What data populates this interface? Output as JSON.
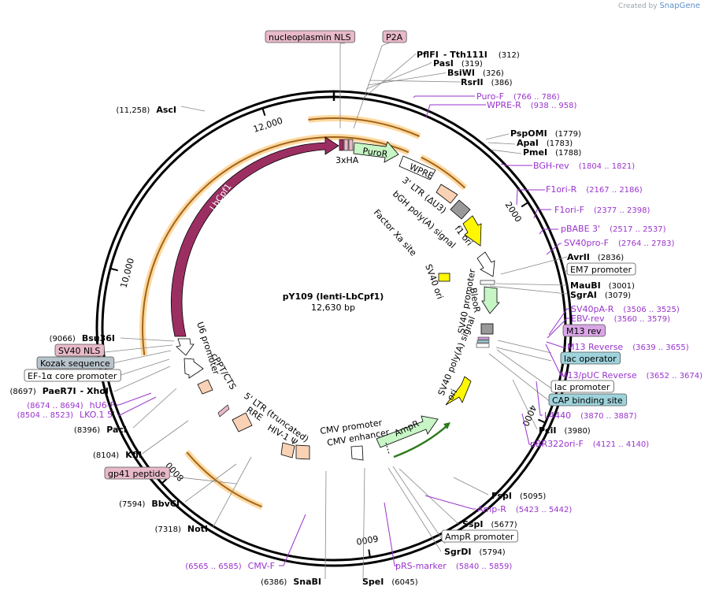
{
  "watermark": {
    "prefix": "Created by",
    "brand": "SnapGene"
  },
  "plasmid": {
    "name": "pY109 (lenti-LbCpf1)",
    "size_label": "12,630 bp"
  },
  "ticks": [
    "2000",
    "4000",
    "6000",
    "8000",
    "10,000",
    "12,000"
  ],
  "sites": [
    {
      "name": "PflFI",
      "suffix": "- Tth111I",
      "pos": "(312)"
    },
    {
      "name": "PasI",
      "pos": "(319)"
    },
    {
      "name": "BsiWI",
      "pos": "(326)"
    },
    {
      "name": "RsrII",
      "pos": "(386)"
    },
    {
      "name": "PspOMI",
      "pos": "(1779)"
    },
    {
      "name": "ApaI",
      "pos": "(1783)"
    },
    {
      "name": "PmeI",
      "pos": "(1788)"
    },
    {
      "name": "AvrII",
      "pos": "(2836)"
    },
    {
      "name": "MauBI",
      "pos": "(3001)"
    },
    {
      "name": "SgrAI",
      "pos": "(3079)"
    },
    {
      "name": "PciI",
      "pos": "(3980)"
    },
    {
      "name": "FspI",
      "pos": "(5095)"
    },
    {
      "name": "SspI",
      "pos": "(5677)"
    },
    {
      "name": "SgrDI",
      "pos": "(5794)"
    },
    {
      "name": "SpeI",
      "pos": "(6045)"
    },
    {
      "name": "SnaBI",
      "pos": "(6386)"
    },
    {
      "name": "NotI",
      "pos": "(7318)"
    },
    {
      "name": "BbvCI",
      "pos": "(7594)"
    },
    {
      "name": "KflI",
      "pos": "(8104)"
    },
    {
      "name": "PacI",
      "pos": "(8396)"
    },
    {
      "name": "PaeR7I",
      "suffix": "- XhoI",
      "pos": "(8697)"
    },
    {
      "name": "Bsu36I",
      "pos": "(9066)"
    },
    {
      "name": "AscI",
      "pos": "(11,258)"
    }
  ],
  "primers": [
    {
      "name": "Puro-F",
      "range": "(766 .. 786)"
    },
    {
      "name": "WPRE-R",
      "range": "(938 .. 958)"
    },
    {
      "name": "BGH-rev",
      "range": "(1804 .. 1821)"
    },
    {
      "name": "F1ori-R",
      "range": "(2167 .. 2186)"
    },
    {
      "name": "F1ori-F",
      "range": "(2377 .. 2398)"
    },
    {
      "name": "pBABE 3'",
      "range": "(2517 .. 2537)"
    },
    {
      "name": "SV40pro-F",
      "range": "(2764 .. 2783)"
    },
    {
      "name": "SV40pA-R",
      "range": "(3506 .. 3525)"
    },
    {
      "name": "EBV-rev",
      "range": "(3560 .. 3579)"
    },
    {
      "name": "M13 Reverse",
      "range": "(3639 .. 3655)"
    },
    {
      "name": "M13/pUC Reverse",
      "range": "(3652 .. 3674)"
    },
    {
      "name": "L4440",
      "range": "(3870 .. 3887)"
    },
    {
      "name": "pBR322ori-F",
      "range": "(4121 .. 4140)"
    },
    {
      "name": "Amp-R",
      "range": "(5423 .. 5442)"
    },
    {
      "name": "pRS-marker",
      "range": "(5840 .. 5859)"
    },
    {
      "name": "CMV-F",
      "range": "(6565 .. 6585)"
    },
    {
      "name": "hU6-F",
      "range": "(8674 .. 8694)"
    },
    {
      "name": "LKO.1 5'",
      "range": "(8504 .. 8523)"
    }
  ],
  "boxed_labels": [
    {
      "name": "nucleoplasmin NLS",
      "color": "#e8b9c8"
    },
    {
      "name": "P2A",
      "color": "#e8b9c8"
    },
    {
      "name": "EM7 promoter",
      "color": "#ffffff"
    },
    {
      "name": "M13 rev",
      "color": "#d9a6e6"
    },
    {
      "name": "lac operator",
      "color": "#9fd3dc"
    },
    {
      "name": "lac promoter",
      "color": "#ffffff"
    },
    {
      "name": "CAP binding site",
      "color": "#9fd3dc"
    },
    {
      "name": "AmpR promoter",
      "color": "#ffffff"
    },
    {
      "name": "gp41 peptide",
      "color": "#e8b9c8"
    },
    {
      "name": "SV40 NLS",
      "color": "#e8b9c8"
    },
    {
      "name": "Kozak sequence",
      "color": "#b8c4cc"
    },
    {
      "name": "EF-1α core promoter",
      "color": "#ffffff"
    }
  ],
  "features": {
    "LbCpf1": "LbCpf1",
    "PuroR": "PuroR",
    "WPRE": "WPRE",
    "3xHA": "3xHA",
    "LTR3": "3' LTR (ΔU3)",
    "bGH": "bGH poly(A) signal",
    "f1ori": "f1 ori",
    "FactorXa": "Factor Xa site",
    "SV40ori": "SV40 ori",
    "SV40prom": "SV40 promoter",
    "BleoR": "BleoR",
    "SV40pA": "SV40 poly(A) signal",
    "ori": "ori",
    "AmpR": "AmpR",
    "CMVprom": "CMV promoter",
    "CMVenh": "CMV enhancer",
    "HIV": "HIV-1 Ψ",
    "RRE": "RRE",
    "LTR5": "5' LTR (truncated)",
    "cPPT": "cPPT/CTS",
    "U6": "U6 promoter"
  },
  "colors": {
    "lbcpf1": "#9c2f62",
    "puror": "#c7f5c5",
    "orange": "#f9d2b5",
    "yellow": "#fff700",
    "gray": "#999999",
    "primer": "#9933cc",
    "halo": "#ffd9a0"
  }
}
